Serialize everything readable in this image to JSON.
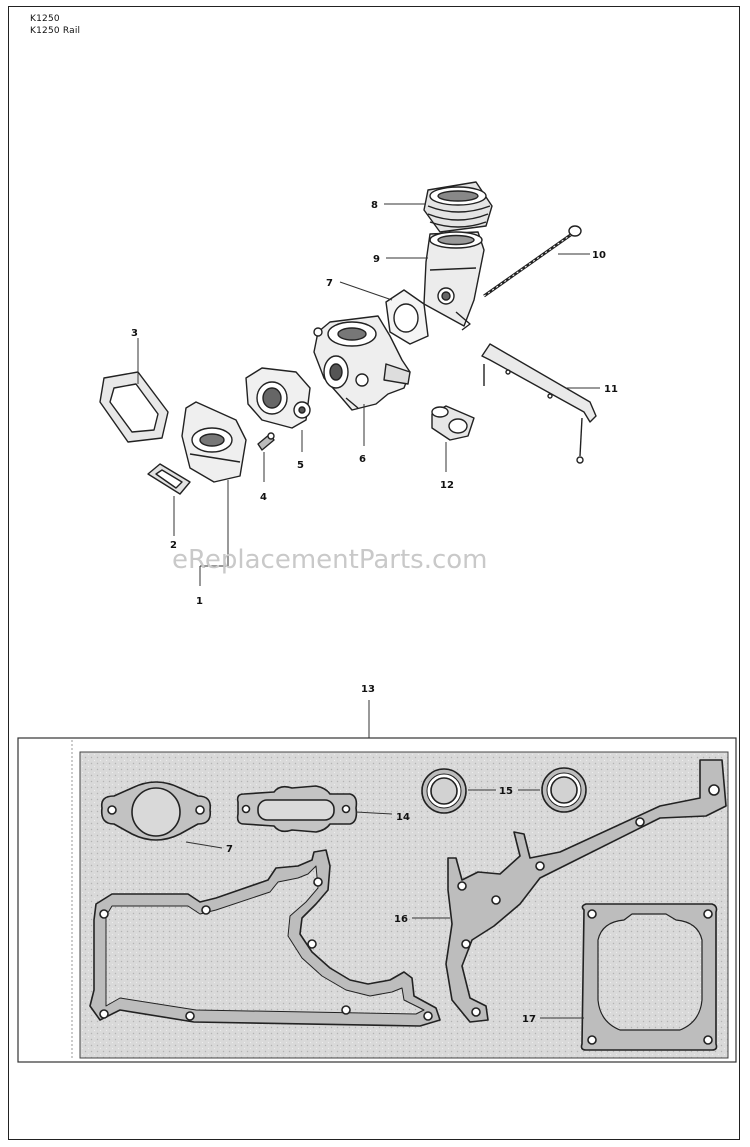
{
  "header": {
    "model_line_1": "K1250",
    "model_line_2": "K1250 Rail"
  },
  "watermark": "eReplacementParts.com",
  "callouts": [
    "1",
    "2",
    "3",
    "4",
    "5",
    "6",
    "7",
    "8",
    "9",
    "10",
    "11",
    "12",
    "13",
    "14",
    "15",
    "16",
    "17",
    "7"
  ],
  "colors": {
    "line": "#222222",
    "kit_background": "#d6d6d6",
    "gasket_fill": "#c4c4c4",
    "watermark": "#c9c9c9"
  }
}
